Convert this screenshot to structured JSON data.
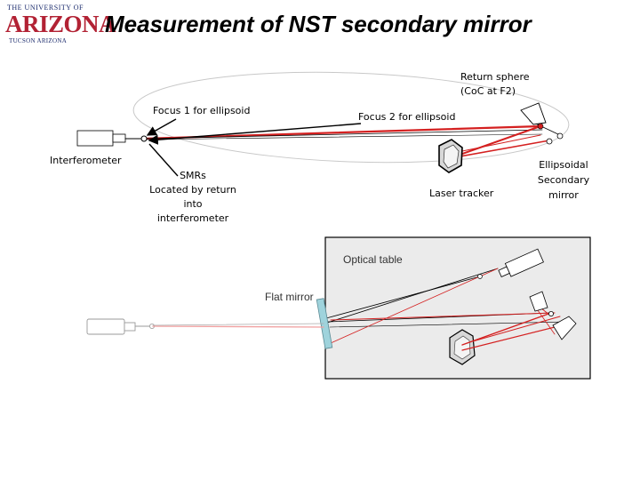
{
  "logo": {
    "line1": "THE UNIVERSITY OF",
    "line2": "ARIZONA",
    "line3": "TUCSON ARIZONA"
  },
  "title": "Measurement of NST secondary mirror",
  "labels": {
    "return_sphere_1": "Return sphere",
    "return_sphere_2": "(CoC at F2)",
    "focus1": "Focus 1 for ellipsoid",
    "focus2": "Focus 2 for ellipsoid",
    "interferometer": "Interferometer",
    "smrs_1": "SMRs",
    "smrs_2": "Located by return",
    "smrs_3": "into",
    "smrs_4": "interferometer",
    "laser_tracker": "Laser tracker",
    "ellipsoidal_1": "Ellipsoidal",
    "ellipsoidal_2": "Secondary",
    "ellipsoidal_3": "mirror",
    "optical_table": "Optical table",
    "flat_mirror": "Flat mirror"
  },
  "colors": {
    "beam": "#d42020",
    "beam_light": "#f0a0a0",
    "table": "#ebebeb",
    "flat_mirror": "#9fd3dc"
  }
}
